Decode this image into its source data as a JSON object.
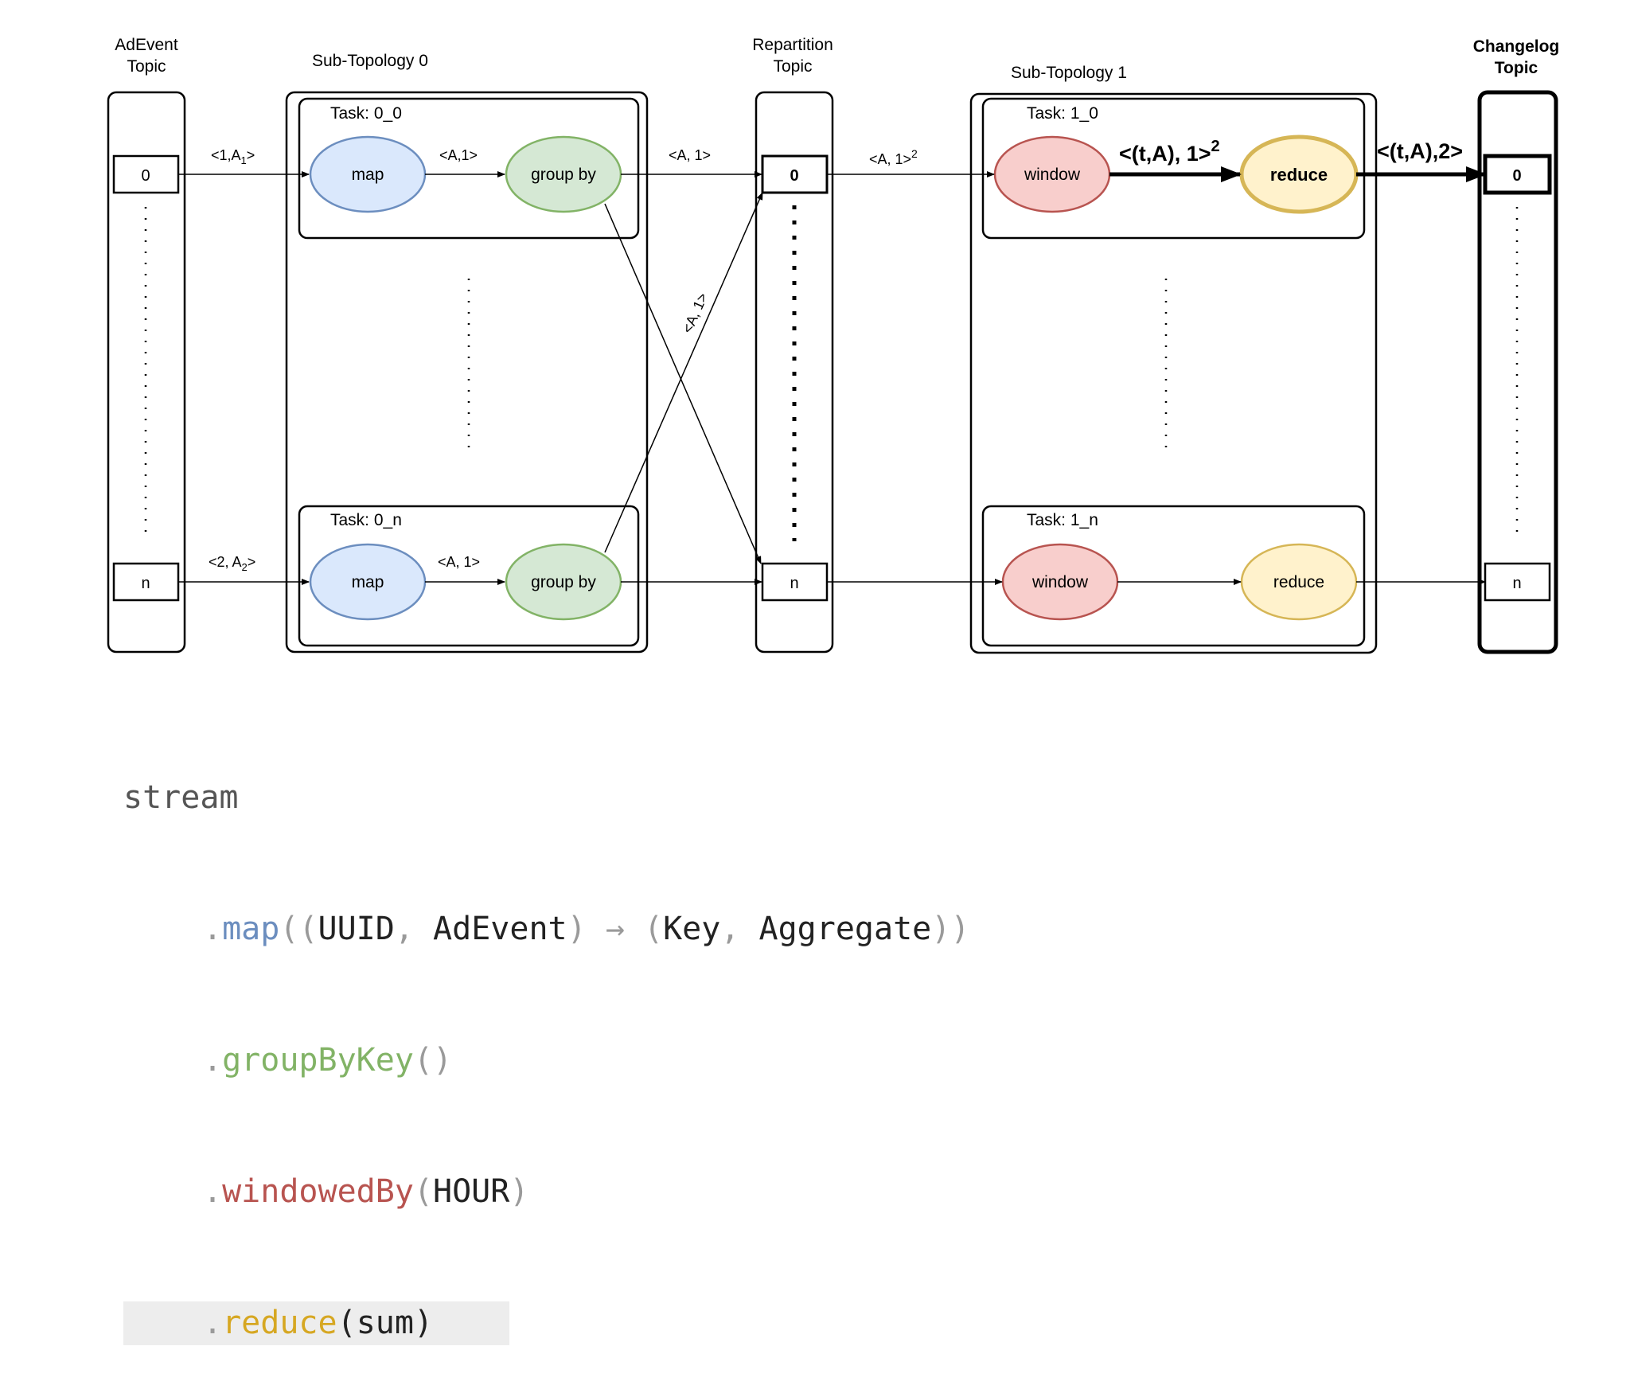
{
  "colors": {
    "map_fill": "#dae8fc",
    "map_stroke": "#6c8ebf",
    "group_fill": "#d5e8d4",
    "group_stroke": "#82b366",
    "window_fill": "#f8cecc",
    "window_stroke": "#b85450",
    "reduce_fill": "#fff2cc",
    "reduce_stroke": "#d6b656"
  },
  "topics": {
    "adevent": {
      "title_line1": "AdEvent",
      "title_line2": "Topic",
      "p0": "0",
      "pn": "n"
    },
    "repartition": {
      "title_line1": "Repartition",
      "title_line2": "Topic",
      "p0": "0",
      "pn": "n"
    },
    "changelog": {
      "title_line1": "Changelog",
      "title_line2": "Topic",
      "p0": "0",
      "pn": "n"
    }
  },
  "subtopologies": {
    "st0": {
      "title": "Sub-Topology 0",
      "task0": {
        "label": "Task: 0_0",
        "node_a": "map",
        "node_b": "group by"
      },
      "taskn": {
        "label": "Task: 0_n",
        "node_a": "map",
        "node_b": "group by"
      }
    },
    "st1": {
      "title": "Sub-Topology 1",
      "task0": {
        "label": "Task: 1_0",
        "node_a": "window",
        "node_b": "reduce"
      },
      "taskn": {
        "label": "Task: 1_n",
        "node_a": "window",
        "node_b": "reduce"
      }
    }
  },
  "edges": {
    "in0_prefix": "<1,A",
    "in0_sub": "1",
    "in0_suffix": ">",
    "inn_prefix": "<2, A",
    "inn_sub": "2",
    "inn_suffix": ">",
    "map_group_0": "<A,1>",
    "map_group_n": "<A, 1>",
    "group_repart_0": "<A, 1>",
    "cross": "<A, 1>",
    "repart_window_base": "<A, 1>",
    "repart_window_sup": "2",
    "window_reduce_base": "<(t,A), 1>",
    "window_reduce_sup": "2",
    "reduce_changelog": "<(t,A),2>"
  },
  "code": {
    "stream": "stream",
    "dot": ".",
    "map_fn": "map",
    "map_args_open": "((",
    "uuid": "UUID",
    "comma": ",",
    "adevent": "AdEvent",
    "close1": ")",
    "arrow": "→",
    "open2": "(",
    "key": "Key",
    "aggregate": "Aggregate",
    "close2": "))",
    "group_fn": "groupByKey",
    "group_args": "()",
    "window_fn": "windowedBy",
    "paren_open": "(",
    "hour": "HOUR",
    "paren_close": ")",
    "reduce_fn": "reduce",
    "sum": "sum"
  }
}
